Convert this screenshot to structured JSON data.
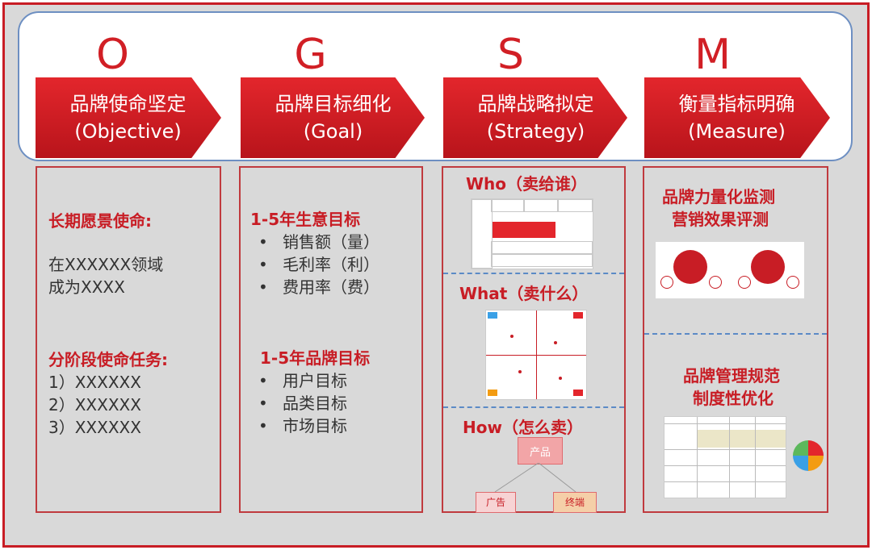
{
  "header": {
    "letters": [
      "O",
      "G",
      "S",
      "M"
    ],
    "stages": [
      {
        "title": "品牌使命坚定",
        "sub": "(Objective)"
      },
      {
        "title": "品牌目标细化",
        "sub": "(Goal)"
      },
      {
        "title": "品牌战略拟定",
        "sub": "(Strategy)"
      },
      {
        "title": "衡量指标明确",
        "sub": "(Measure)"
      }
    ]
  },
  "objective": {
    "heading1": "长期愿景使命:",
    "body1_line1": "在XXXXXX领域",
    "body1_line2": "成为XXXX",
    "heading2": "分阶段使命任务:",
    "tasks": [
      "1）XXXXXX",
      "2）XXXXXX",
      "3）XXXXXX"
    ]
  },
  "goal": {
    "heading1": "1-5年生意目标",
    "items1": [
      "销售额（量）",
      "毛利率（利）",
      "费用率（费）"
    ],
    "heading2": "1-5年品牌目标",
    "items2": [
      "用户目标",
      "品类目标",
      "市场目标"
    ]
  },
  "strategy": {
    "who": "Who（卖给谁）",
    "what": "What（卖什么）",
    "how": "How（怎么卖）",
    "how_nodes": [
      "产品",
      "广告",
      "终端"
    ]
  },
  "measure": {
    "heading1_line1": "品牌力量化监测",
    "heading1_line2": "营销效果评测",
    "heading2_line1": "品牌管理规范",
    "heading2_line2": "制度性优化"
  },
  "colors": {
    "accent": "#c81d25",
    "frame_blue": "#6d8fc2",
    "panel": "#d9d9d9"
  }
}
